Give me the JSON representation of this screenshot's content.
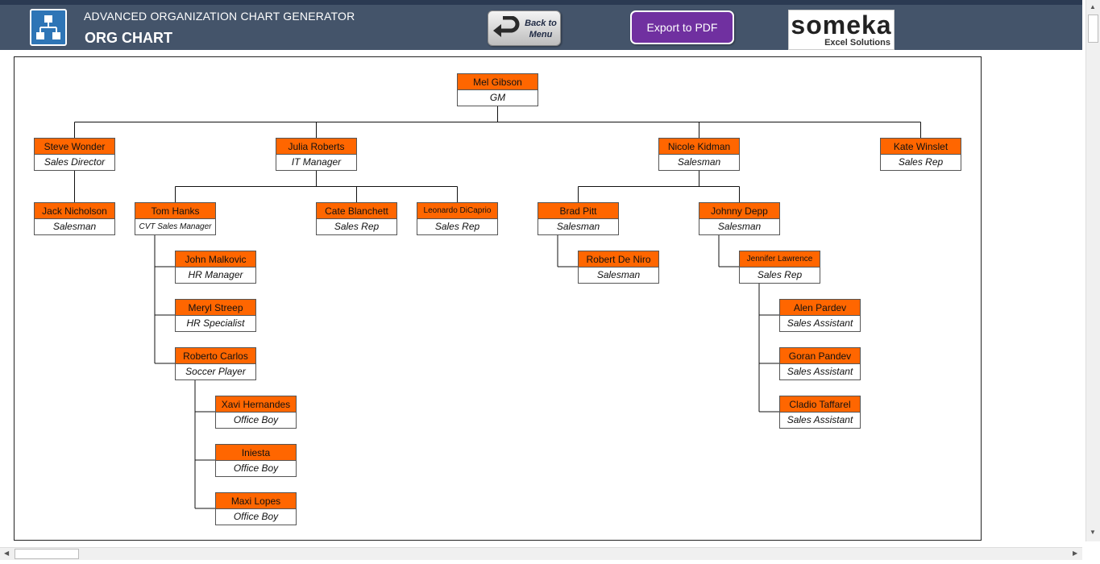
{
  "header": {
    "app_title": "ADVANCED ORGANIZATION CHART GENERATOR",
    "page_title": "ORG CHART",
    "back_button": "Back to Menu",
    "export_button": "Export to PDF",
    "brand_name": "someka",
    "brand_sub": "Excel Solutions",
    "icons": {
      "logo": "org-chart-icon",
      "back": "back-arrow-icon"
    },
    "colors": {
      "header_bg": "#44546a",
      "export_bg": "#7030a0",
      "node_name_bg": "#ff6600"
    }
  },
  "org": [
    {
      "id": "mel",
      "name": "Mel Gibson",
      "role": "GM",
      "parent": null
    },
    {
      "id": "steve",
      "name": "Steve Wonder",
      "role": "Sales Director",
      "parent": "mel"
    },
    {
      "id": "julia",
      "name": "Julia Roberts",
      "role": "IT Manager",
      "parent": "mel"
    },
    {
      "id": "nicole",
      "name": "Nicole Kidman",
      "role": "Salesman",
      "parent": "mel"
    },
    {
      "id": "kate",
      "name": "Kate Winslet",
      "role": "Sales Rep",
      "parent": "mel"
    },
    {
      "id": "jack",
      "name": "Jack Nicholson",
      "role": "Salesman",
      "parent": "steve"
    },
    {
      "id": "tom",
      "name": "Tom Hanks",
      "role": "CVT Sales Manager",
      "parent": "julia"
    },
    {
      "id": "cate",
      "name": "Cate Blanchett",
      "role": "Sales Rep",
      "parent": "julia"
    },
    {
      "id": "leo",
      "name": "Leonardo DiCaprio",
      "role": "Sales Rep",
      "parent": "julia"
    },
    {
      "id": "brad",
      "name": "Brad Pitt",
      "role": "Salesman",
      "parent": "nicole"
    },
    {
      "id": "johnny",
      "name": "Johnny Depp",
      "role": "Salesman",
      "parent": "nicole"
    },
    {
      "id": "malkovic",
      "name": "John Malkovic",
      "role": "HR Manager",
      "parent": "tom"
    },
    {
      "id": "meryl",
      "name": "Meryl Streep",
      "role": "HR Specialist",
      "parent": "tom"
    },
    {
      "id": "roberto",
      "name": "Roberto Carlos",
      "role": "Soccer Player",
      "parent": "tom"
    },
    {
      "id": "xavi",
      "name": "Xavi Hernandes",
      "role": "Office Boy",
      "parent": "roberto"
    },
    {
      "id": "iniesta",
      "name": "Iniesta",
      "role": "Office Boy",
      "parent": "roberto"
    },
    {
      "id": "maxi",
      "name": "Maxi Lopes",
      "role": "Office Boy",
      "parent": "roberto"
    },
    {
      "id": "deniro",
      "name": "Robert De Niro",
      "role": "Salesman",
      "parent": "brad"
    },
    {
      "id": "jennifer",
      "name": "Jennifer Lawrence",
      "role": "Sales Rep",
      "parent": "johnny"
    },
    {
      "id": "alen",
      "name": "Alen Pardev",
      "role": "Sales Assistant",
      "parent": "jennifer"
    },
    {
      "id": "goran",
      "name": "Goran Pandev",
      "role": "Sales Assistant",
      "parent": "jennifer"
    },
    {
      "id": "cladio",
      "name": "Cladio Taffarel",
      "role": "Sales Assistant",
      "parent": "jennifer"
    }
  ]
}
